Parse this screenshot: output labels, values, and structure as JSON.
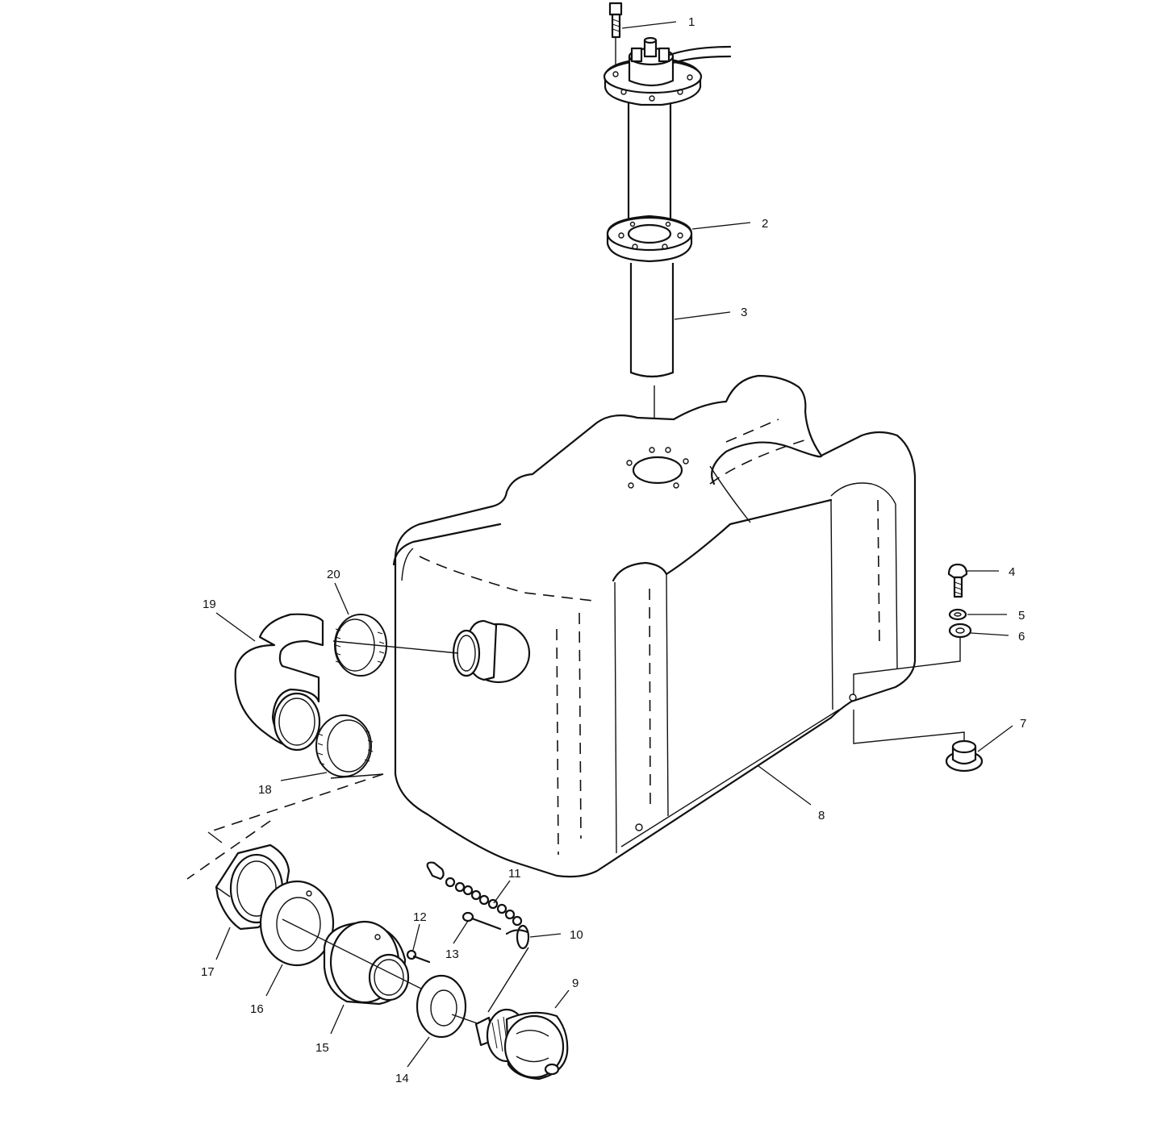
{
  "diagram": {
    "callouts": [
      {
        "id": "1",
        "text": "1"
      },
      {
        "id": "2",
        "text": "2"
      },
      {
        "id": "3",
        "text": "3"
      },
      {
        "id": "4",
        "text": "4"
      },
      {
        "id": "5",
        "text": "5"
      },
      {
        "id": "6",
        "text": "6"
      },
      {
        "id": "7",
        "text": "7"
      },
      {
        "id": "8",
        "text": "8"
      },
      {
        "id": "9",
        "text": "9"
      },
      {
        "id": "10",
        "text": "10"
      },
      {
        "id": "11",
        "text": "11"
      },
      {
        "id": "12",
        "text": "12"
      },
      {
        "id": "13",
        "text": "13"
      },
      {
        "id": "14",
        "text": "14"
      },
      {
        "id": "15",
        "text": "15"
      },
      {
        "id": "16",
        "text": "16"
      },
      {
        "id": "17",
        "text": "17"
      },
      {
        "id": "18",
        "text": "18"
      },
      {
        "id": "19",
        "text": "19"
      },
      {
        "id": "20",
        "text": "20"
      }
    ]
  }
}
